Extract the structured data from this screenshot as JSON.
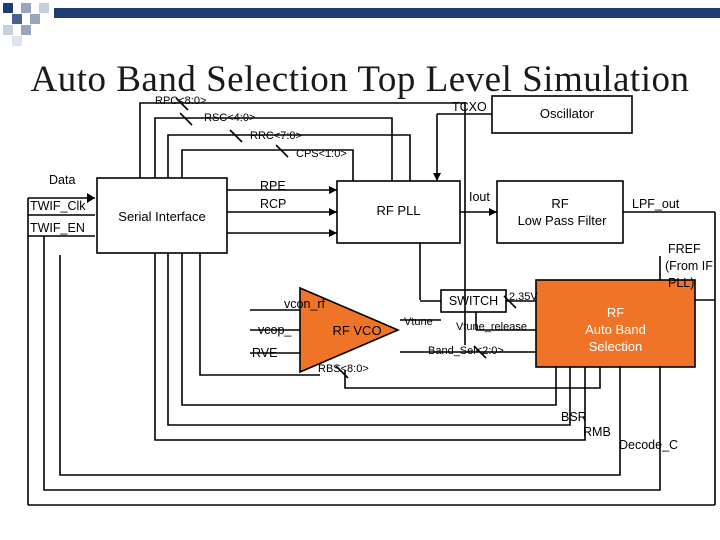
{
  "slide": {
    "title": "Auto Band Selection Top Level Simulation",
    "accent_color": "#1f3c73",
    "highlight_color": "#f07427"
  },
  "diagram": {
    "buses": {
      "rpc": "RPC<8:0>",
      "rsc": "RSC<4:0>",
      "rrc": "RRC<7:0>",
      "cps": "CPS<1:0>",
      "rbs": "RBS<8:0>",
      "band_sel": "Band_Sel<2:0>"
    },
    "inputs": {
      "data": "Data",
      "twif_clk": "TWIF_Clk",
      "twif_en": "TWIF_EN"
    },
    "blocks": {
      "serial_interface": "Serial Interface",
      "oscillator": "Oscillator",
      "rf_pll": "RF PLL",
      "rf_lpf_line1": "RF",
      "rf_lpf_line2": "Low Pass Filter",
      "rf_vco": "RF VCO",
      "switch": "SWITCH",
      "abs_line1": "RF",
      "abs_line2": "Auto Band",
      "abs_line3": "Selection"
    },
    "signals": {
      "tcxo": "TCXO",
      "rpe": "RPE",
      "rcp": "RCP",
      "iout": "Iout",
      "lpf_out": "LPF_out",
      "fref_line1": "FREF",
      "fref_line2": "(From IF",
      "fref_line3": "PLL)",
      "vcon_rf": "vcon_rf",
      "vcop": "vcop_",
      "rve": "RVE",
      "vtune": "Vtune",
      "vtune_release": "Vtune_release",
      "v235": "2.35V",
      "bsr": "BSR",
      "rmb": "RMB",
      "decode_c": "Decode_C"
    }
  }
}
